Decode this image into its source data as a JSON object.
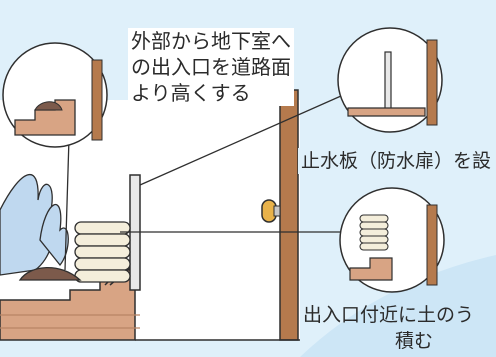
{
  "labels": {
    "raise_entrance": "外部から地下室へ\nの出入口を道路面\nより高くする",
    "flood_barrier": "止水板（防水扉）を設",
    "sandbags": "出入口付近に土のう",
    "sandbags_cont": "積む"
  },
  "icons": [
    "wave-plant-icon",
    "door-knob-icon",
    "sandbag-icon",
    "flood-barrier-icon",
    "stairs-icon"
  ],
  "colors": {
    "bg_blue": "#dff0fa",
    "ground_brown": "#d8a484",
    "wall_brown": "#b57a4d",
    "plant": "#bfd8ef",
    "outline": "#2f2f2f"
  }
}
